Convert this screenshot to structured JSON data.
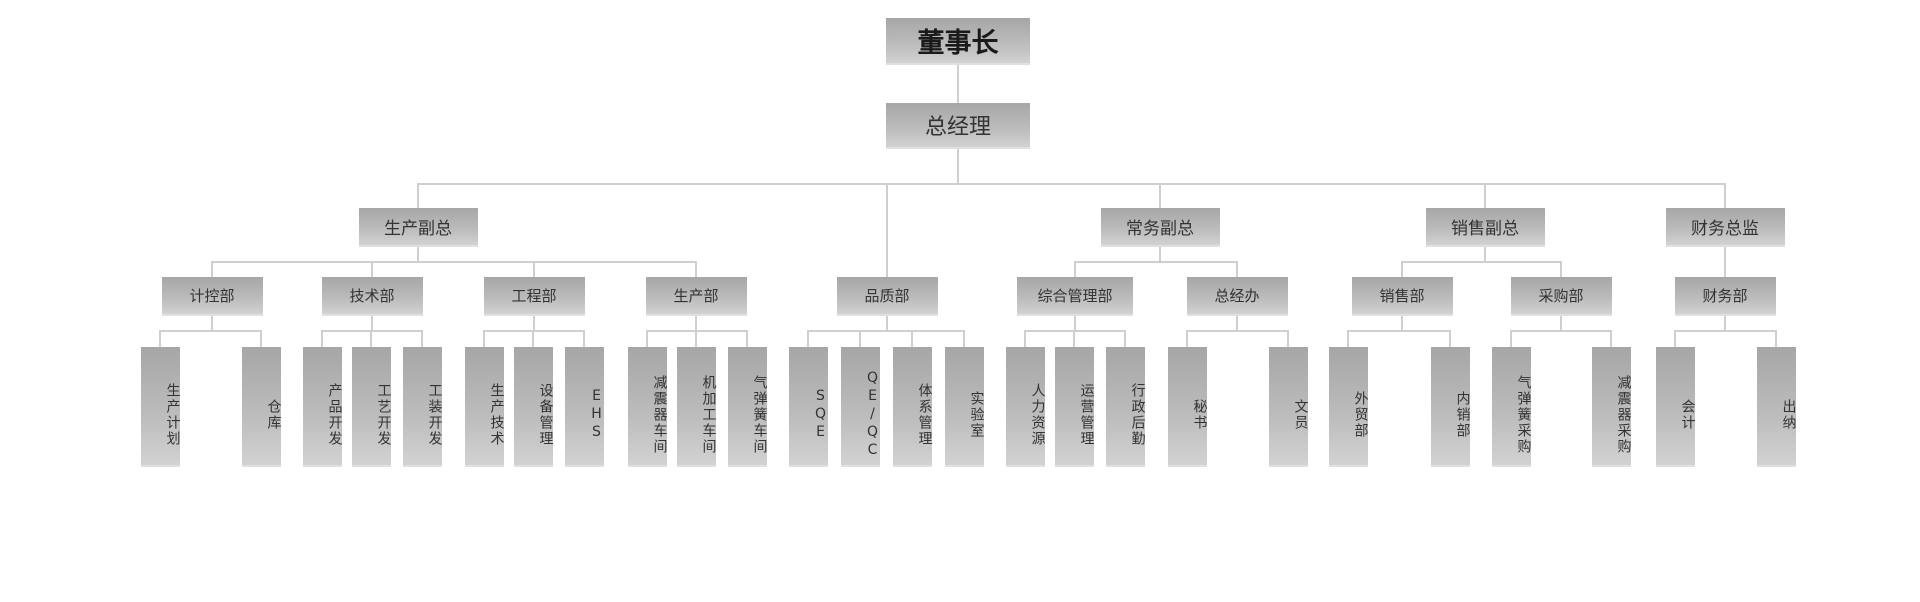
{
  "org_chart": {
    "id": "chairman",
    "label": "董事长",
    "children": [
      {
        "id": "gm",
        "label": "总经理",
        "children": [
          {
            "id": "vp_prod",
            "label": "生产副总",
            "children": [
              {
                "id": "d_plan",
                "label": "计控部",
                "children": [
                  {
                    "id": "a1",
                    "label": "生产计划"
                  },
                  {
                    "id": "a2",
                    "label": "仓库"
                  }
                ]
              },
              {
                "id": "d_tech",
                "label": "技术部",
                "children": [
                  {
                    "id": "a3",
                    "label": "产品开发"
                  },
                  {
                    "id": "a4",
                    "label": "工艺开发"
                  },
                  {
                    "id": "a5",
                    "label": "工装开发"
                  }
                ]
              },
              {
                "id": "d_eng",
                "label": "工程部",
                "children": [
                  {
                    "id": "a6",
                    "label": "生产技术"
                  },
                  {
                    "id": "a7",
                    "label": "设备管理"
                  },
                  {
                    "id": "a8",
                    "label": "EHS"
                  }
                ]
              },
              {
                "id": "d_prod",
                "label": "生产部",
                "children": [
                  {
                    "id": "a9",
                    "label": "减震器车间"
                  },
                  {
                    "id": "a10",
                    "label": "机加工车间"
                  },
                  {
                    "id": "a11",
                    "label": "气弹簧车间"
                  }
                ]
              }
            ]
          },
          {
            "id": "d_qual",
            "label": "品质部",
            "children": [
              {
                "id": "a12",
                "label": "SQE"
              },
              {
                "id": "a13",
                "label": "QE/QC"
              },
              {
                "id": "a14",
                "label": "体系管理"
              },
              {
                "id": "a15",
                "label": "实验室"
              }
            ]
          },
          {
            "id": "vp_exec",
            "label": "常务副总",
            "children": [
              {
                "id": "d_admin",
                "label": "综合管理部",
                "children": [
                  {
                    "id": "a16",
                    "label": "人力资源"
                  },
                  {
                    "id": "a17",
                    "label": "运营管理"
                  },
                  {
                    "id": "a18",
                    "label": "行政后勤"
                  }
                ]
              },
              {
                "id": "d_gmo",
                "label": "总经办",
                "children": [
                  {
                    "id": "a19",
                    "label": "秘书"
                  },
                  {
                    "id": "a20",
                    "label": "文员"
                  }
                ]
              }
            ]
          },
          {
            "id": "vp_sales",
            "label": "销售副总",
            "children": [
              {
                "id": "d_sales",
                "label": "销售部",
                "children": [
                  {
                    "id": "a21",
                    "label": "外贸部"
                  },
                  {
                    "id": "a22",
                    "label": "内销部"
                  }
                ]
              },
              {
                "id": "d_purch",
                "label": "采购部",
                "children": [
                  {
                    "id": "a23",
                    "label": "气弹簧采购"
                  },
                  {
                    "id": "a24",
                    "label": "减震器采购"
                  }
                ]
              }
            ]
          },
          {
            "id": "cfo",
            "label": "财务总监",
            "children": [
              {
                "id": "d_fin",
                "label": "财务部",
                "children": [
                  {
                    "id": "a25",
                    "label": "会计"
                  },
                  {
                    "id": "a26",
                    "label": "出纳"
                  }
                ]
              }
            ]
          }
        ]
      }
    ]
  }
}
